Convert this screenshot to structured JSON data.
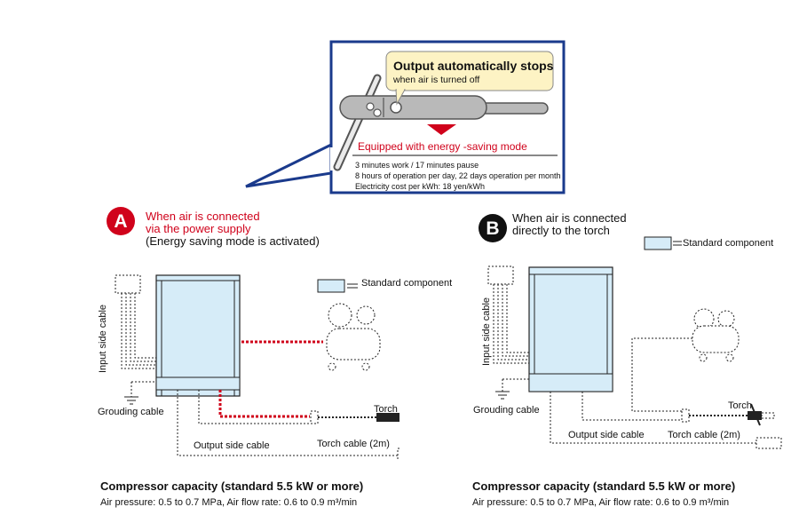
{
  "inset": {
    "callout_title": "Output automatically stops",
    "callout_sub": "when air is turned off",
    "energy_mode": "Equipped with energy -saving mode",
    "notes": [
      "3 minutes work / 17 minutes pause",
      "8 hours of operation per day, 22 days operation per month",
      "Electricity cost per kWh: 18 yen/kWh"
    ],
    "colors": {
      "border": "#1a3a8c",
      "callout_bg": "#fdf3c4",
      "accent": "#d0021b"
    }
  },
  "diagram_a": {
    "badge": "A",
    "title_line1": "When air is connected",
    "title_line2": "via the power supply",
    "title_line3": "(Energy saving mode is activated)",
    "legend": "Standard component",
    "labels": {
      "input_cable": "Input side cable",
      "grounding": "Grouding cable",
      "output_cable": "Output side cable",
      "torch_cable": "Torch cable (2m)",
      "torch": "Torch"
    },
    "caption": "Compressor capacity (standard 5.5 kW or more)",
    "caption_sub": "Air pressure: 0.5 to 0.7 MPa, Air flow rate: 0.6 to 0.9 m³/min"
  },
  "diagram_b": {
    "badge": "B",
    "title_line1": "When air is connected",
    "title_line2": "directly to the torch",
    "legend": "Standard component",
    "labels": {
      "input_cable": "Input side cable",
      "grounding": "Grouding cable",
      "output_cable": "Output side cable",
      "torch_cable": "Torch cable (2m)",
      "torch": "Torch"
    },
    "caption": "Compressor capacity (standard 5.5 kW or more)",
    "caption_sub": "Air pressure: 0.5 to 0.7 MPa, Air flow rate: 0.6 to 0.9 m³/min"
  }
}
